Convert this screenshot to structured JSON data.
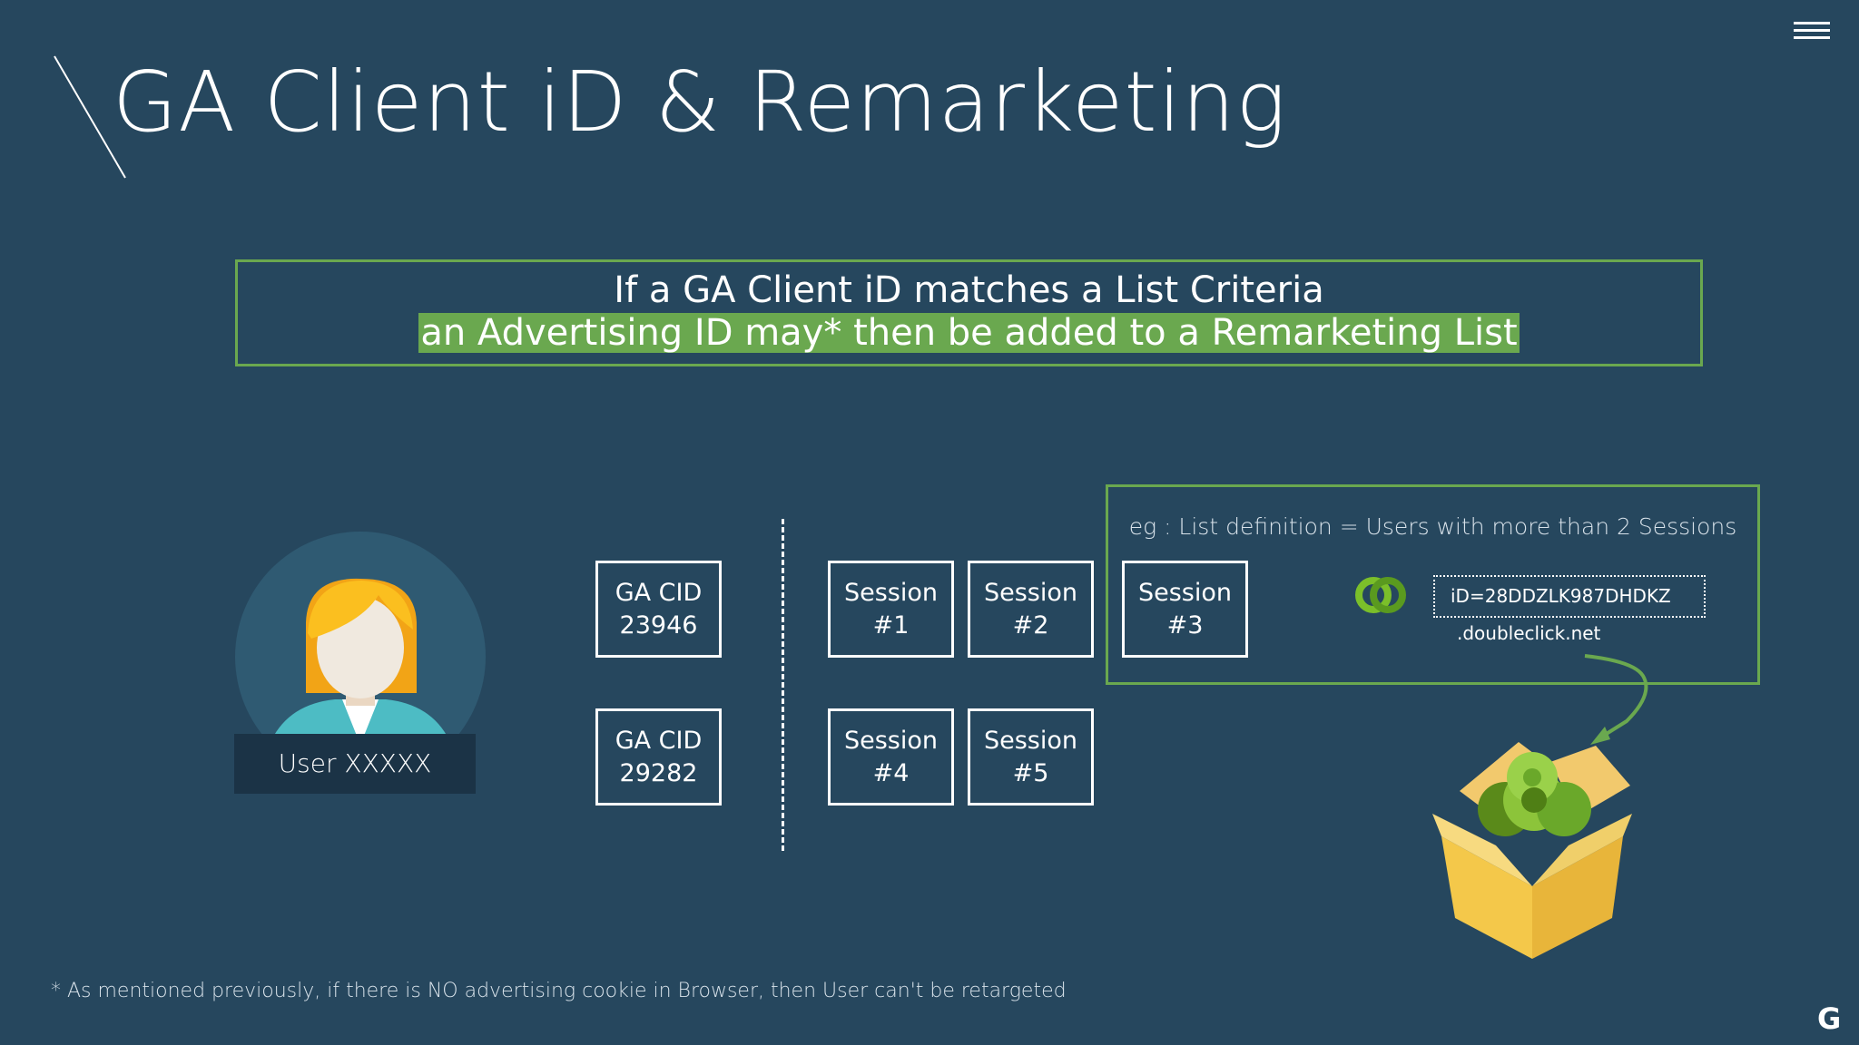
{
  "slide": {
    "title": "GA Client iD & Remarketing",
    "headline": {
      "line1": "If a GA Client iD matches a List Criteria",
      "line2": "an Advertising ID may* then be added to a Remarketing List"
    },
    "user_label": "User XXXXX",
    "ga_cids": [
      {
        "label": "GA CID",
        "value": "23946"
      },
      {
        "label": "GA CID",
        "value": "29282"
      }
    ],
    "sessions": [
      {
        "label": "Session",
        "number": "#1"
      },
      {
        "label": "Session",
        "number": "#2"
      },
      {
        "label": "Session",
        "number": "#3"
      },
      {
        "label": "Session",
        "number": "#4"
      },
      {
        "label": "Session",
        "number": "#5"
      }
    ],
    "example_text": "eg : List definition = Users with more than 2 Sessions",
    "cookie": {
      "id": "iD=28DDZLK987DHDKZ",
      "domain": ".doubleclick.net"
    },
    "footnote": "* As mentioned previously, if there is NO advertising cookie in Browser, then User can't be retargeted",
    "corner_logo": "G"
  },
  "colors": {
    "background": "#26475e",
    "accent_green": "#6aa84f",
    "text": "#ffffff"
  },
  "icons": [
    "menu-icon",
    "user-avatar-icon",
    "doubleclick-logo-icon",
    "arrow-icon",
    "remarketing-box-icon",
    "google-logo-icon"
  ]
}
